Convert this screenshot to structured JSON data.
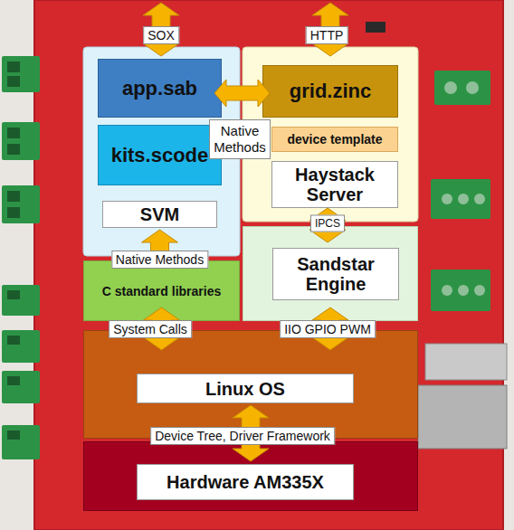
{
  "diagram": {
    "nodes": [
      {
        "text": [
          "app.sab"
        ]
      },
      {
        "text": [
          "grid.zinc"
        ]
      },
      {
        "text": [
          "kits.scode"
        ]
      },
      {
        "text": [
          "device template"
        ]
      },
      {
        "text": [
          "Haystack Server"
        ]
      },
      {
        "text": [
          "SVM"
        ]
      },
      {
        "text": [
          "Sandstar Engine"
        ]
      },
      {
        "text": [
          "C standard libraries"
        ]
      },
      {
        "text": [
          "Linux OS"
        ]
      },
      {
        "text": [
          "Hardware AM335X"
        ]
      }
    ],
    "edges": [
      {
        "from": 0,
        "to": 1,
        "label": "Native Methods",
        "arrow": "both"
      },
      {
        "from": 4,
        "to": 6,
        "label": "IPCS",
        "arrow": "both"
      },
      {
        "from": 5,
        "to": 7,
        "label": "Native Methods",
        "arrow": "both"
      },
      {
        "from": 7,
        "to": 8,
        "label": "System Calls",
        "arrow": "both"
      },
      {
        "from": 6,
        "to": 8,
        "label": "IIO GPIO PWM",
        "arrow": "both"
      },
      {
        "from": 8,
        "to": 9,
        "label": "Device Tree, Driver Framework",
        "arrow": "both"
      }
    ],
    "labels": [
      "SOX",
      "HTTP"
    ]
  }
}
